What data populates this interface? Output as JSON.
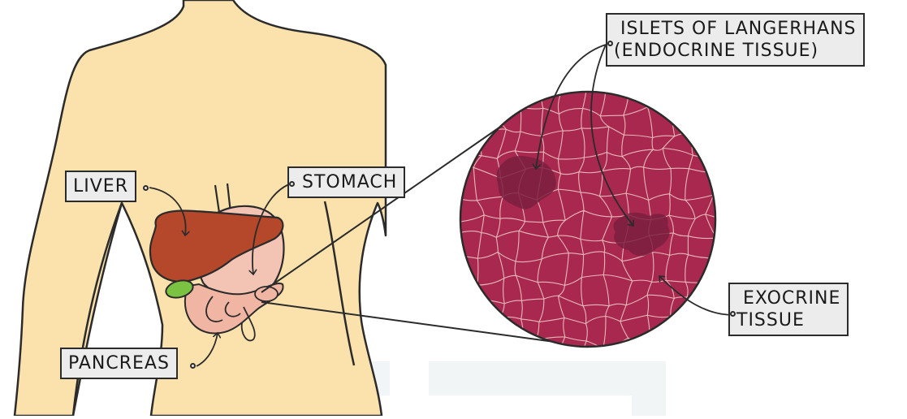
{
  "labels": {
    "liver": "LIVER",
    "stomach": "STOMACH",
    "pancreas": "PANCREAS",
    "islets_line1": "ISLETS OF LANGERHANS",
    "islets_line2": "(ENDOCRINE TISSUE)",
    "exocrine_line1": "EXOCRINE",
    "exocrine_line2": "TISSUE"
  },
  "colors": {
    "skin": "#fbe2ad",
    "liver": "#b5472a",
    "stomach": "#f3c4b3",
    "gall_bladder": "#7bc142",
    "intestine": "#f1b5a3",
    "tissue": "#a8284f",
    "islet": "#7b1f3f",
    "label_bg": "#ececec",
    "outline": "#2b2b2b"
  }
}
